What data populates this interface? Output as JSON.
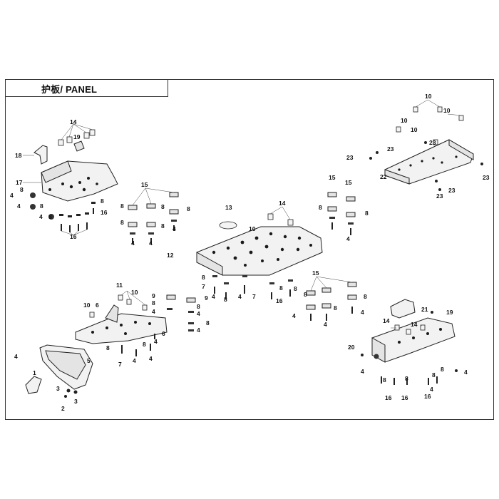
{
  "title": "护板/ PANEL",
  "labels": {
    "l1": "1",
    "l2": "2",
    "l3a": "3",
    "l3b": "3",
    "l4a": "4",
    "l4b": "4",
    "l4c": "4",
    "l4d": "4",
    "l4e": "4",
    "l4f": "4",
    "l4g": "4",
    "l4h": "4",
    "l4i": "4",
    "l4j": "4",
    "l4k": "4",
    "l4l": "4",
    "l4m": "4",
    "l4n": "4",
    "l4o": "4",
    "l4p": "4",
    "l4q": "4",
    "l5": "5",
    "l6a": "6",
    "l6b": "6",
    "l7a": "7",
    "l7b": "7",
    "l8a": "8",
    "l8b": "8",
    "l8c": "8",
    "l8d": "8",
    "l8e": "8",
    "l8f": "8",
    "l8g": "8",
    "l8h": "8",
    "l8i": "8",
    "l8j": "8",
    "l8k": "8",
    "l8l": "8",
    "l8m": "8",
    "l8n": "8",
    "l8o": "8",
    "l8p": "8",
    "l8q": "8",
    "l8r": "8",
    "l9a": "9",
    "l9b": "9",
    "l10a": "10",
    "l10b": "10",
    "l10c": "10",
    "l10d": "10",
    "l10e": "10",
    "l10f": "10",
    "l11": "11",
    "l12": "12",
    "l13": "13",
    "l14a": "14",
    "l14b": "14",
    "l14c": "14",
    "l14d": "14",
    "l15a": "15",
    "l15b": "15",
    "l15c": "15",
    "l15d": "15",
    "l16a": "16",
    "l16b": "16",
    "l16c": "16",
    "l16d": "16",
    "l16e": "16",
    "l16f": "16",
    "l17": "17",
    "l18": "18",
    "l19a": "19",
    "l19b": "19",
    "l20": "20",
    "l21": "21",
    "l22": "22",
    "l23a": "23",
    "l23b": "23",
    "l23c": "23",
    "l23d": "23",
    "l23e": "23",
    "l23f": "23"
  }
}
